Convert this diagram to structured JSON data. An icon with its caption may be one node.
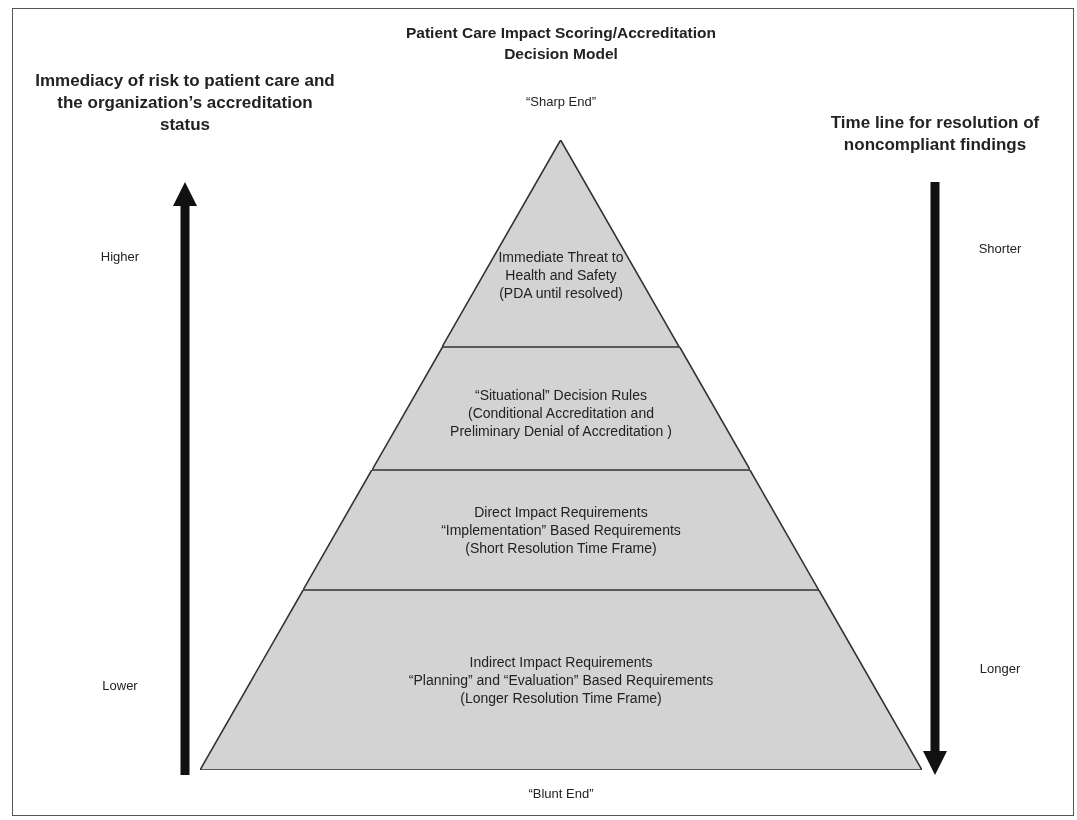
{
  "diagram": {
    "title": "Patient Care Impact Scoring/Accreditation Decision Model",
    "nodes": [
      {
        "text": [
          "Immediate Threat to Health and Safety",
          "(PDA until resolved)"
        ]
      },
      {
        "text": [
          "“Situational” Decision Rules",
          "(Conditional Accreditation and Preliminary Denial of Accreditation )"
        ]
      },
      {
        "text": [
          "Direct Impact Requirements",
          "“Implementation” Based Requirements",
          "(Short Resolution Time Frame)"
        ]
      },
      {
        "text": [
          "Indirect Impact Requirements",
          "“Planning” and “Evaluation” Based Requirements",
          "(Longer Resolution Time Frame)"
        ]
      }
    ],
    "edges": [],
    "labels": [
      "Immediacy of risk to patient care and the organization’s accreditation status",
      "“Sharp End”",
      "Time line for resolution of noncompliant findings",
      "Higher",
      "Shorter",
      "Lower",
      "Longer",
      "“Blunt End”"
    ]
  }
}
